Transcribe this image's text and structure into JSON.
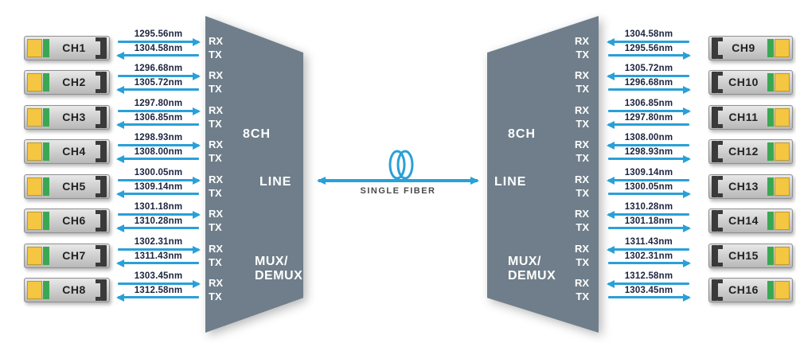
{
  "ports": {
    "rx": "RX",
    "tx": "TX"
  },
  "left_mux": {
    "capacity": "8CH",
    "line": "LINE",
    "mux_line1": "MUX/",
    "mux_line2": "DEMUX"
  },
  "right_mux": {
    "capacity": "8CH",
    "line": "LINE",
    "mux_line1": "MUX/",
    "mux_line2": "DEMUX"
  },
  "center": {
    "fiber_label": "SINGLE FIBER",
    "icon": "fiber-coil-icon"
  },
  "left_channels": [
    {
      "label": "CH1",
      "wl_to_mux": "1295.56nm",
      "wl_from_mux": "1304.58nm"
    },
    {
      "label": "CH2",
      "wl_to_mux": "1296.68nm",
      "wl_from_mux": "1305.72nm"
    },
    {
      "label": "CH3",
      "wl_to_mux": "1297.80nm",
      "wl_from_mux": "1306.85nm"
    },
    {
      "label": "CH4",
      "wl_to_mux": "1298.93nm",
      "wl_from_mux": "1308.00nm"
    },
    {
      "label": "CH5",
      "wl_to_mux": "1300.05nm",
      "wl_from_mux": "1309.14nm"
    },
    {
      "label": "CH6",
      "wl_to_mux": "1301.18nm",
      "wl_from_mux": "1310.28nm"
    },
    {
      "label": "CH7",
      "wl_to_mux": "1302.31nm",
      "wl_from_mux": "1311.43nm"
    },
    {
      "label": "CH8",
      "wl_to_mux": "1303.45nm",
      "wl_from_mux": "1312.58nm"
    }
  ],
  "right_channels": [
    {
      "label": "CH9",
      "wl_top": "1304.58nm",
      "wl_bottom": "1295.56nm",
      "arrows_swapped": false
    },
    {
      "label": "CH10",
      "wl_top": "1305.72nm",
      "wl_bottom": "1296.68nm",
      "arrows_swapped": false
    },
    {
      "label": "CH11",
      "wl_top": "1306.85nm",
      "wl_bottom": "1297.80nm",
      "arrows_swapped": true
    },
    {
      "label": "CH12",
      "wl_top": "1308.00nm",
      "wl_bottom": "1298.93nm",
      "arrows_swapped": false
    },
    {
      "label": "CH13",
      "wl_top": "1309.14nm",
      "wl_bottom": "1300.05nm",
      "arrows_swapped": false
    },
    {
      "label": "CH14",
      "wl_top": "1310.28nm",
      "wl_bottom": "1301.18nm",
      "arrows_swapped": false
    },
    {
      "label": "CH15",
      "wl_top": "1311.43nm",
      "wl_bottom": "1302.31nm",
      "arrows_swapped": false
    },
    {
      "label": "CH16",
      "wl_top": "1312.58nm",
      "wl_bottom": "1303.45nm",
      "arrows_swapped": false
    }
  ],
  "colors": {
    "arrow_blue": "#29a0d8",
    "mux_body": "#6f7e8a",
    "wavelength_text": "#1b2440",
    "module_yellow": "#f4c642",
    "module_green": "#3aa853",
    "module_bracket": "#3a3a3a"
  }
}
